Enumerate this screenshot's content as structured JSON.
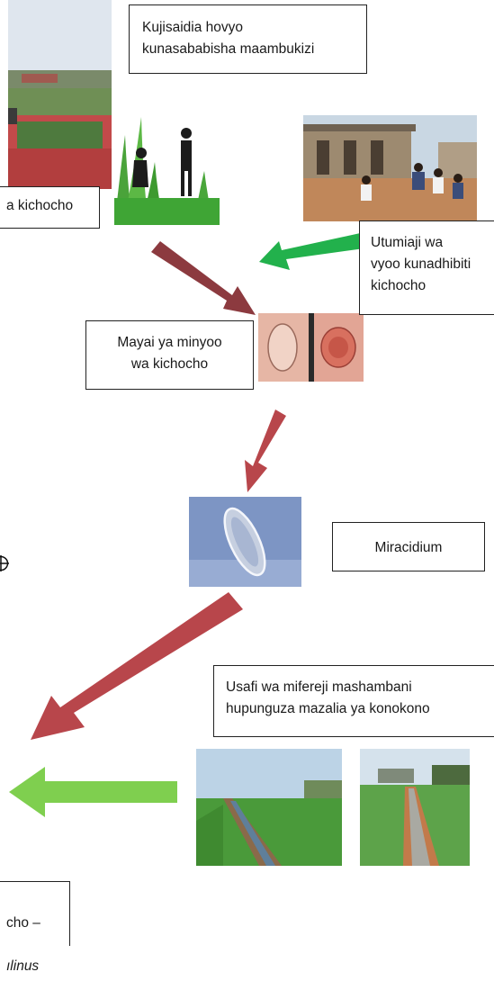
{
  "labels": {
    "defecation": "Kujisaidia hovyo\nkunasababisha maambukizi",
    "top_left": "a kichocho",
    "latrines": "Utumiaji wa\nvyoo kunadhibiti\nkichocho",
    "eggs": "Mayai ya minyoo\nwa kichocho",
    "miracidium": "Miracidium",
    "canals": "Usafi wa mifereji mashambani\nhupunguza mazalia ya konokono",
    "bottom_left_line1": "cho –",
    "bottom_left_line2": "ılinus"
  },
  "colors": {
    "red_arrow": "#b8464b",
    "dark_red_arrow": "#8c3a3f",
    "green_arrow": "#22b14c",
    "light_green_arrow": "#7fcf4f"
  },
  "icons": {
    "registration_mark": "crosshair-circle-icon"
  }
}
